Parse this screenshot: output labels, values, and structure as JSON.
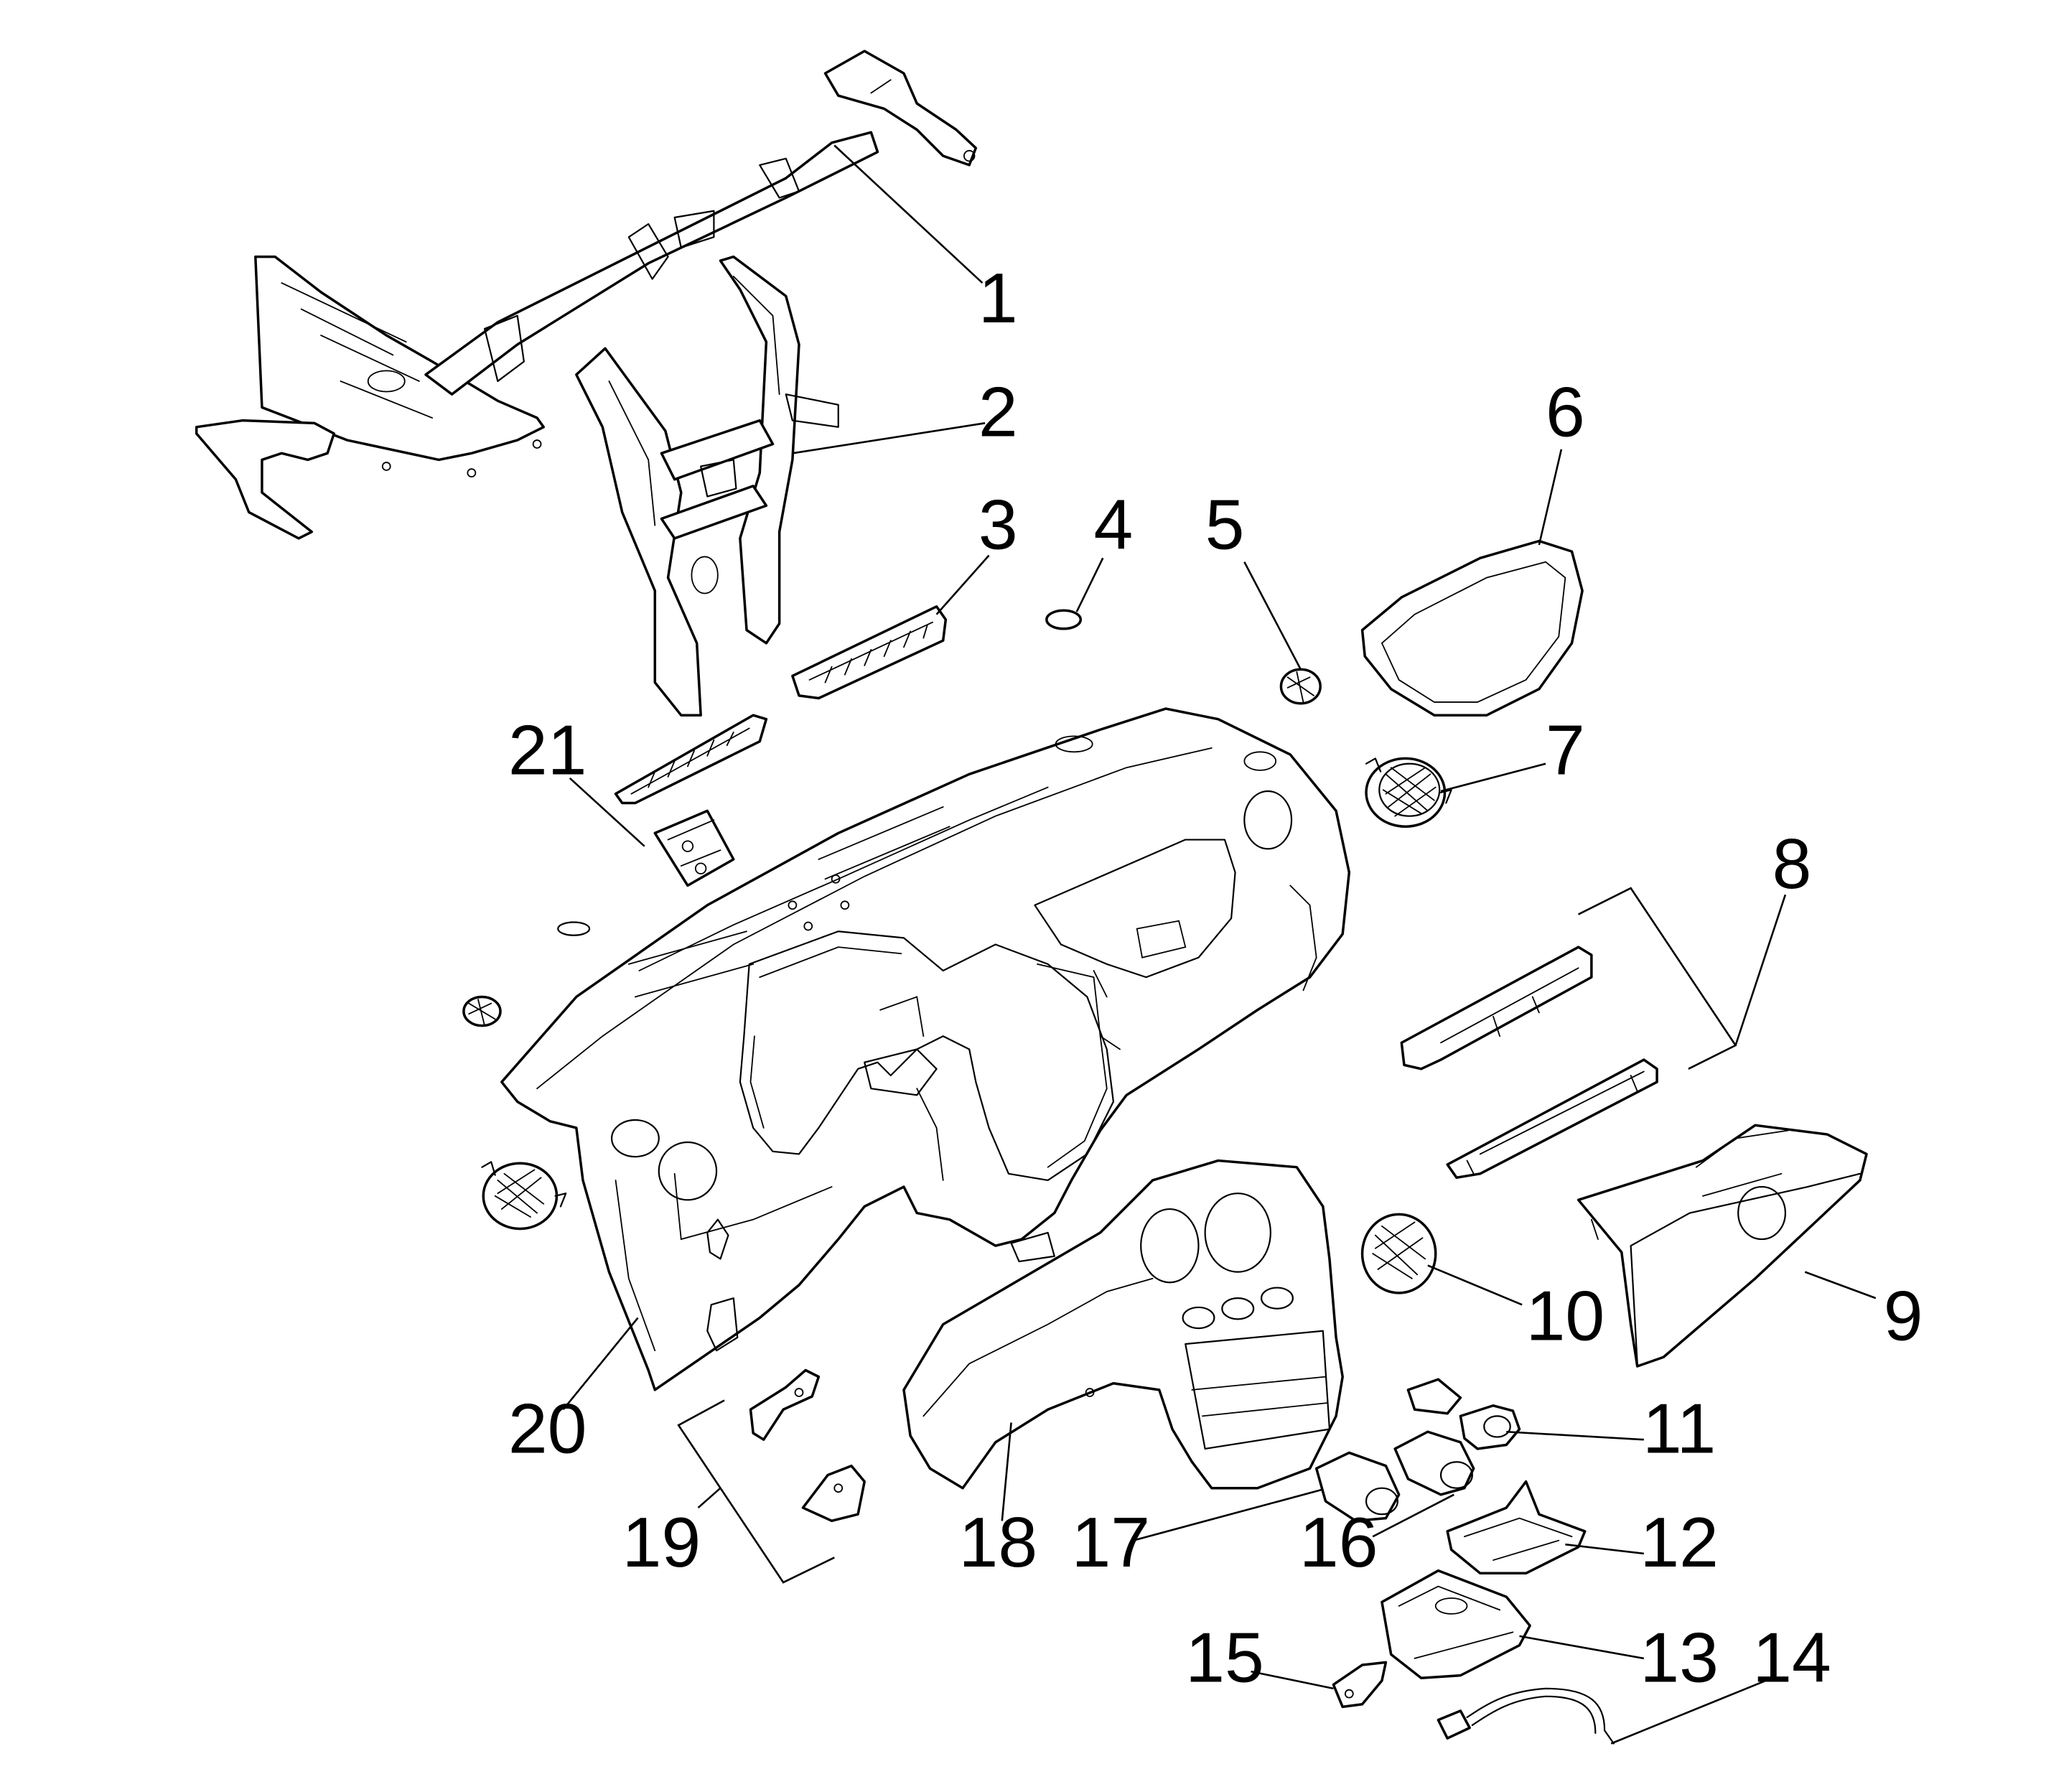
{
  "diagram": {
    "type": "exploded-parts-view",
    "line_color": "#000000",
    "background": "#ffffff",
    "callouts": [
      {
        "id": "1",
        "label": "1"
      },
      {
        "id": "2",
        "label": "2"
      },
      {
        "id": "3",
        "label": "3"
      },
      {
        "id": "4",
        "label": "4"
      },
      {
        "id": "5",
        "label": "5"
      },
      {
        "id": "6",
        "label": "6"
      },
      {
        "id": "7",
        "label": "7"
      },
      {
        "id": "8",
        "label": "8"
      },
      {
        "id": "9",
        "label": "9"
      },
      {
        "id": "10",
        "label": "10"
      },
      {
        "id": "11",
        "label": "11"
      },
      {
        "id": "12",
        "label": "12"
      },
      {
        "id": "13",
        "label": "13"
      },
      {
        "id": "14",
        "label": "14"
      },
      {
        "id": "15",
        "label": "15"
      },
      {
        "id": "16",
        "label": "16"
      },
      {
        "id": "17",
        "label": "17"
      },
      {
        "id": "18",
        "label": "18"
      },
      {
        "id": "19",
        "label": "19"
      },
      {
        "id": "20",
        "label": "20"
      },
      {
        "id": "21",
        "label": "21"
      }
    ]
  }
}
